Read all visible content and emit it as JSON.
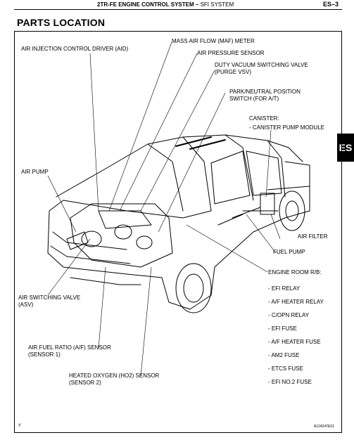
{
  "header": {
    "title": "2TR-FE ENGINE CONTROL SYSTEM",
    "separator": "–",
    "subtitle": "SFI SYSTEM",
    "page": "ES–3"
  },
  "page_title": "PARTS LOCATION",
  "side_tab": "ES",
  "labels": {
    "maf_meter": "MASS AIR FLOW (MAF) METER",
    "aid": "AIR INJECTION CONTROL DRIVER (AID)",
    "air_pressure": "AIR PRESSURE SENSOR",
    "vsv_line1": "DUTY VACUUM SWITCHING VALVE",
    "vsv_line2": "(PURGE VSV)",
    "pnp_line1": "PARK/NEUTRAL POSITION",
    "pnp_line2": "SWITCH (FOR A/T)",
    "canister_title": "CANISTER:",
    "canister_item": "- CANISTER PUMP MODULE",
    "air_pump": "AIR PUMP",
    "air_filter": "AIR FILTER",
    "fuel_pump": "FUEL PUMP",
    "asv_line1": "AIR SWITCHING VALVE",
    "asv_line2": "(ASV)",
    "af_line1": "AIR FUEL RATIO (A/F) SENSOR",
    "af_line2": "(SENSOR 1)",
    "ho2_line1": "HEATED OXYGEN (HO2) SENSOR",
    "ho2_line2": "(SENSOR 2)",
    "rb_title": "ENGINE ROOM R/B:"
  },
  "relay_block_items": [
    "- EFI RELAY",
    "- A/F HEATER RELAY",
    "- C/OPN RELAY",
    "- EFI FUSE",
    "- A/F HEATER FUSE",
    "- AM2 FUSE",
    "- ETCS FUSE",
    "- EFI NO.2 FUSE"
  ],
  "footer": {
    "left": "Y",
    "right": "A124247E01"
  }
}
